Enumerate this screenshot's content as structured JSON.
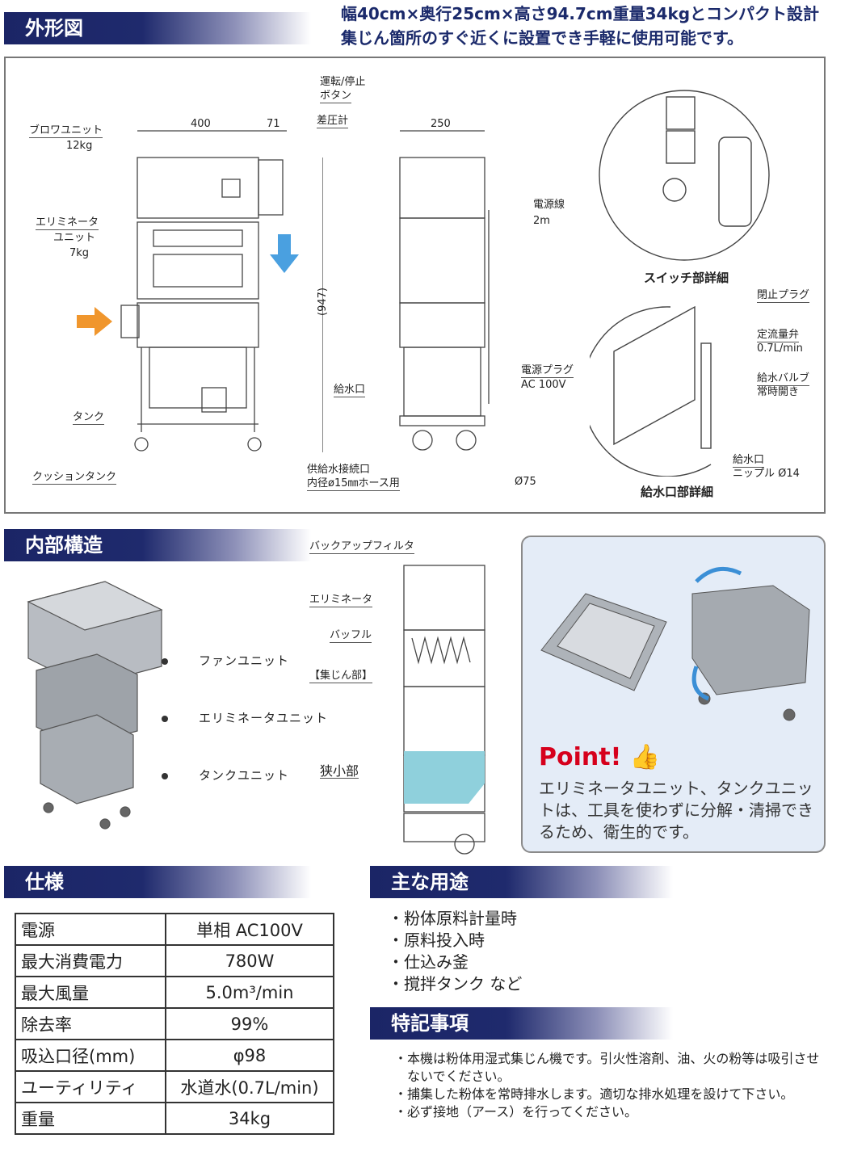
{
  "sections": {
    "exterior": "外形図",
    "internal": "内部構造",
    "spec": "仕様",
    "uses": "主な用途",
    "notes": "特記事項"
  },
  "intro": [
    "幅40cm×奥行25cm×高さ94.7cm重量34kgとコンパクト設計",
    "集じん箇所のすぐ近くに設置でき手軽に使用可能です。"
  ],
  "exterior": {
    "dims": {
      "w": "400",
      "w2": "71",
      "d": "250",
      "h": "(947)",
      "wheel": "Ø75"
    },
    "labels": {
      "run_stop": "運転/停止",
      "button": "ボタン",
      "gauge": "差圧計",
      "blower": "ブロワユニット",
      "blower_w": "12kg",
      "elim": "エリミネータ",
      "elim2": "ユニット",
      "elim_w": "7kg",
      "tank": "タンク",
      "cushion": "クッションタンク",
      "supply": "供給水接続口",
      "supply2": "内径ø15㎜ホース用",
      "inlet": "給水口",
      "cord": "電源線",
      "cord_len": "2m",
      "plug": "電源プラグ",
      "plug_v": "AC 100V",
      "stop_plug": "閉止プラグ",
      "flow_valve": "定流量弁",
      "flow_rate": "0.7L/min",
      "water_valve": "給水バルブ",
      "always_open": "常時開き",
      "inlet2": "給水口",
      "nipple": "ニップル Ø14"
    },
    "switch_detail": "スイッチ部詳細",
    "inlet_detail": "給水口部詳細"
  },
  "internal": {
    "parts": [
      "ファンユニット",
      "エリミネータユニット",
      "タンクユニット"
    ],
    "section_labels": [
      "バックアップフィルタ",
      "エリミネータ",
      "バッフル",
      "【集じん部】",
      "狭小部"
    ]
  },
  "point": {
    "title": "Point!",
    "text": "エリミネータユニット、タンクユニットは、工具を使わずに分解・清掃できるため、衛生的です。"
  },
  "spec": [
    {
      "k": "電源",
      "v": "単相 AC100V"
    },
    {
      "k": "最大消費電力",
      "v": "780W"
    },
    {
      "k": "最大風量",
      "v": "5.0m³/min"
    },
    {
      "k": "除去率",
      "v": "99%"
    },
    {
      "k": "吸込口径(mm)",
      "v": "φ98"
    },
    {
      "k": "ユーティリティ",
      "v": "水道水(0.7L/min)"
    },
    {
      "k": "重量",
      "v": "34kg"
    }
  ],
  "uses": [
    "・粉体原料計量時",
    "・原料投入時",
    "・仕込み釜",
    "・撹拌タンク など"
  ],
  "notes": [
    "・本機は粉体用湿式集じん機です。引火性溶剤、油、火の粉等は吸引させないでください。",
    "・捕集した粉体を常時排水します。適切な排水処理を設けて下さい。",
    "・必ず接地（アース）を行ってください。"
  ],
  "colors": {
    "navy": "#1b2566",
    "water": "#8fd0dc",
    "accent_red": "#d6001c",
    "panel": "#e4ecf7"
  }
}
